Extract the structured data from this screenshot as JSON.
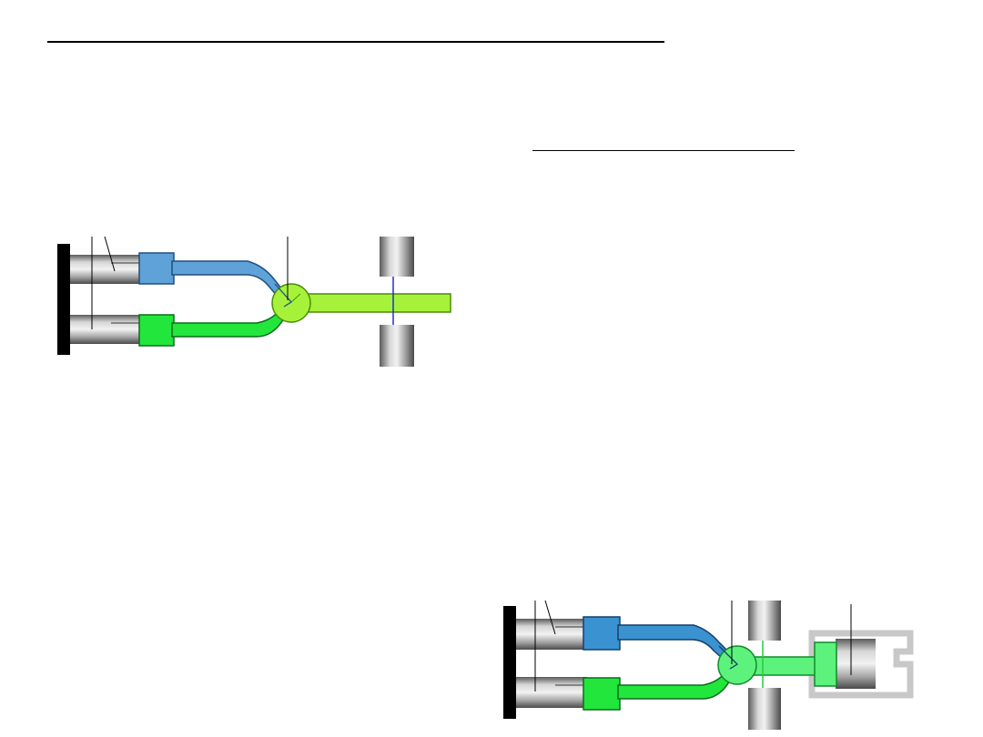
{
  "colors": {
    "background": "#ffffff",
    "rule": "#000000",
    "frame": "#000000",
    "blue_component": "#3b92d0",
    "light_blue_component": "#5ea2d8",
    "green_component": "#22e63c",
    "lime_component": "#a6f23a",
    "mint_component": "#5cf27c",
    "cylinder_metal": "#b0b0b0",
    "housing_gray": "#c8c8c8",
    "mold_line_blue": "#1f2fd0",
    "mold_line_green": "#29c93c"
  },
  "diagrams": [
    {
      "id": "diagram-1",
      "components": [
        "frame-plate",
        "upper-barrel",
        "lower-barrel",
        "upper-nozzle-block",
        "lower-nozzle-block",
        "mixing-head",
        "runner",
        "mold-clamp-top",
        "mold-clamp-bottom",
        "parting-line"
      ]
    },
    {
      "id": "diagram-2",
      "components": [
        "frame-plate",
        "upper-barrel",
        "lower-barrel",
        "upper-nozzle-block",
        "lower-nozzle-block",
        "mixing-head",
        "runner",
        "mold-clamp-top",
        "mold-clamp-bottom",
        "parting-line",
        "piston",
        "cylinder-housing"
      ]
    }
  ]
}
